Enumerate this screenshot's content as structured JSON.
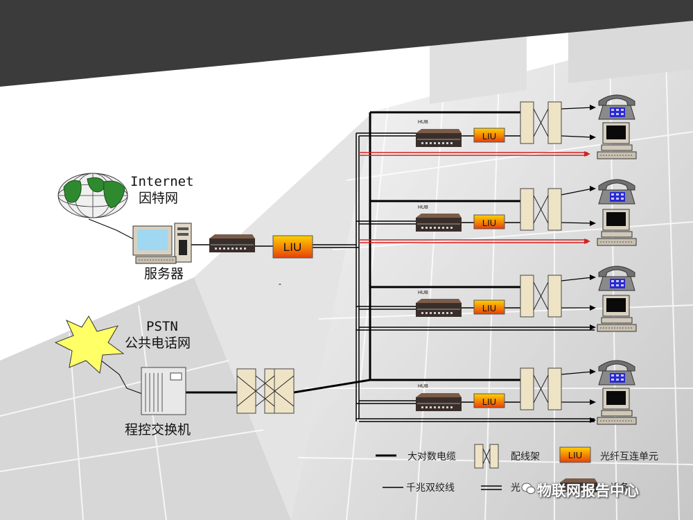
{
  "labels": {
    "internet_en": "Internet",
    "internet_cn": "因特网",
    "server": "服务器",
    "pstn_en": "PSTN",
    "pstn_cn": "公共电话网",
    "pbx": "程控交换机",
    "liu": "LIU",
    "hub": "HUB",
    "dash": "-"
  },
  "legend": {
    "cable": "大对数电缆",
    "patch": "配线架",
    "liu": "光纤互连单元",
    "gigabit": "千兆双绞线",
    "fiber_partial": "光",
    "hub_partial": "设备"
  },
  "watermark": "物联网报告中心",
  "colors": {
    "header": "#3b3b3b",
    "liu_top": "#ffd200",
    "liu_bottom": "#e8400a",
    "fiber": "#d42020",
    "patch_fill": "#efe3c6"
  },
  "icons": [
    "globe-icon",
    "computer-icon",
    "modem-icon",
    "burst-icon",
    "pbx-icon",
    "patch-panel-icon",
    "telephone-icon",
    "wechat-icon"
  ]
}
